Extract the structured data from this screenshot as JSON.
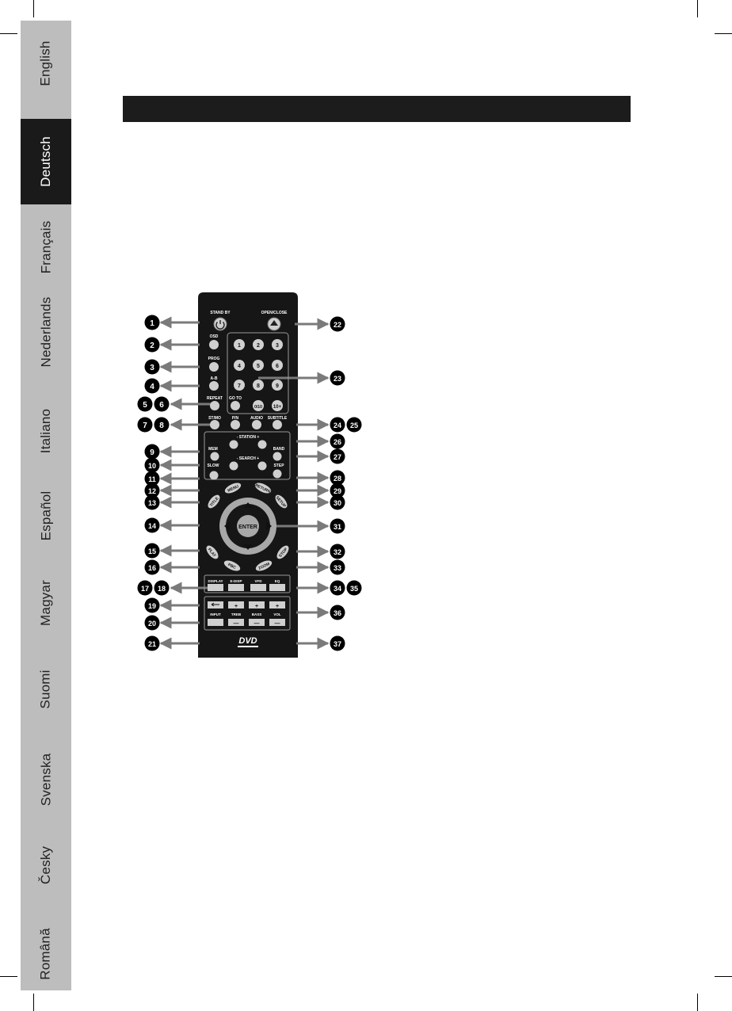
{
  "sidebar": {
    "active_language": "Deutsch",
    "languages": [
      "English",
      "Deutsch",
      "Français",
      "Nederlands",
      "Italiano",
      "Español",
      "Magyar",
      "Suomi",
      "Svenska",
      "Česky",
      "Română"
    ]
  },
  "remote": {
    "labels": {
      "standby": "STAND BY",
      "open_close": "OPEN/CLOSE",
      "osd": "OSD",
      "prog": "PROG",
      "ab": "A-B",
      "repeat": "REPEAT",
      "goto": "GO TO",
      "stmo": "ST/MO",
      "pn": "P/N",
      "audio": "AUDIO",
      "subtitle": "SUBTITLE",
      "station": "- STATION +",
      "mem": "MEM",
      "band": "BAND",
      "search": "- SEARCH +",
      "slow": "SLOW",
      "step": "STEP",
      "menu": "MENU",
      "return": "RETURN",
      "title": "TITLE",
      "setup": "SETUP",
      "enter": "ENTER",
      "play": "PLAY",
      "stop": "STOP",
      "pbc": "PBC",
      "zoom": "ZOOM",
      "display": "DISPLAY",
      "edisp": "E-DISP",
      "vfd": "VFD",
      "eq": "EQ",
      "input": "INPUT",
      "treb": "TREB",
      "bass": "BASS",
      "vol": "VOL",
      "dvd_logo": "DVD",
      "plus": "+",
      "minus": "—"
    },
    "digits": [
      "1",
      "2",
      "3",
      "4",
      "5",
      "6",
      "7",
      "8",
      "9",
      "0/10",
      "10+"
    ],
    "callouts_left": [
      "1",
      "2",
      "3",
      "4",
      "5",
      "6",
      "7",
      "8",
      "9",
      "10",
      "11",
      "12",
      "13",
      "14",
      "15",
      "16",
      "17",
      "18",
      "19",
      "20",
      "21"
    ],
    "callouts_right": [
      "22",
      "23",
      "24",
      "25",
      "26",
      "27",
      "28",
      "29",
      "30",
      "31",
      "32",
      "33",
      "34",
      "35",
      "36",
      "37"
    ]
  }
}
